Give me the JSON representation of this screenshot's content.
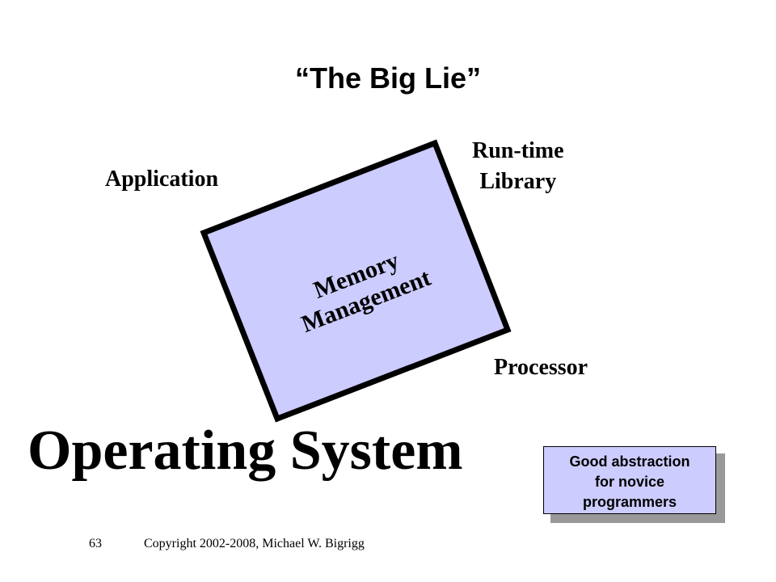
{
  "slide": {
    "title": "“The Big Lie”",
    "labels": {
      "application": "Application",
      "runtime_line1": "Run-time",
      "runtime_line2": "Library",
      "processor": "Processor",
      "operating_system": "Operating System"
    },
    "box": {
      "line1": "Memory",
      "line2": "Management",
      "fill": "#ccccff",
      "stroke": "#000000"
    },
    "callout": {
      "line1": "Good abstraction",
      "line2": "for novice",
      "line3": "programmers"
    },
    "footer": {
      "page_number": "63",
      "copyright": "Copyright 2002-2008, Michael W. Bigrigg"
    }
  }
}
